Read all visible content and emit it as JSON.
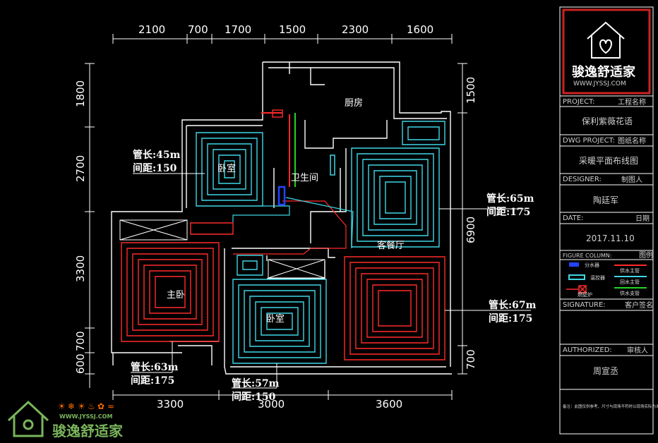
{
  "colors": {
    "wall": "#ffffff",
    "pipe_cyan": "#3fd6e6",
    "pipe_red": "#ff2a2a",
    "supply_green": "#22d422",
    "manifold_blue": "#2244ff",
    "titleblock_border": "#cc2222",
    "watermark_green": "#7ab55c"
  },
  "dimensions": {
    "top": [
      "2100",
      "700",
      "1700",
      "1500",
      "2300",
      "1600"
    ],
    "left": [
      "1800",
      "2700",
      "3300",
      "700",
      "600"
    ],
    "right": [
      "1500",
      "6900",
      "700"
    ],
    "bottom": [
      "3300",
      "3000",
      "3600"
    ]
  },
  "rooms": {
    "kitchen": "厨房",
    "bedroom_top": "卧室",
    "bathroom": "卫生间",
    "living_dining": "客餐厅",
    "master_bedroom": "主卧",
    "bedroom_bottom": "卧室"
  },
  "annotations": [
    {
      "length": "管长:45m",
      "spacing": "间距:150"
    },
    {
      "length": "管长:65m",
      "spacing": "间距:175"
    },
    {
      "length": "管长:67m",
      "spacing": "间距:175"
    },
    {
      "length": "管长:63m",
      "spacing": "间距:175"
    },
    {
      "length": "管长:57m",
      "spacing": "间距:150"
    }
  ],
  "titleblock": {
    "brand": "骏逸舒适家",
    "website": "WWW.JYSSJ.COM",
    "project_label": "PROJECT:",
    "project_label_cn": "工程名称",
    "project_value": "保利紫薇花语",
    "dwg_label": "DWG PROJECT:",
    "dwg_label_cn": "图纸名称",
    "dwg_value": "采暖平面布线图",
    "designer_label": "DESIGNER:",
    "designer_label_cn": "制图人",
    "designer_value": "陶廷军",
    "date_label": "DATE:",
    "date_label_cn": "日期",
    "date_value": "2017.11.10",
    "legend_label": "FIGURE COLUMN:",
    "legend_label_cn": "图例",
    "legend_items": [
      "分水器",
      "供水主管",
      "温控器",
      "回水主管",
      "燃壁炉",
      "供水支管"
    ],
    "signature_label": "SIGNATURE:",
    "signature_label_cn": "客户签名",
    "authorized_label": "AUTHORIZED:",
    "authorized_label_cn": "审核人",
    "authorized_value": "周宣丞",
    "note": "备注：此图仅供参考，尺寸与现场不符时以现场实际为准。"
  },
  "watermark": {
    "url": "WWW.JYSSJ.COM",
    "name": "骏逸舒适家"
  }
}
